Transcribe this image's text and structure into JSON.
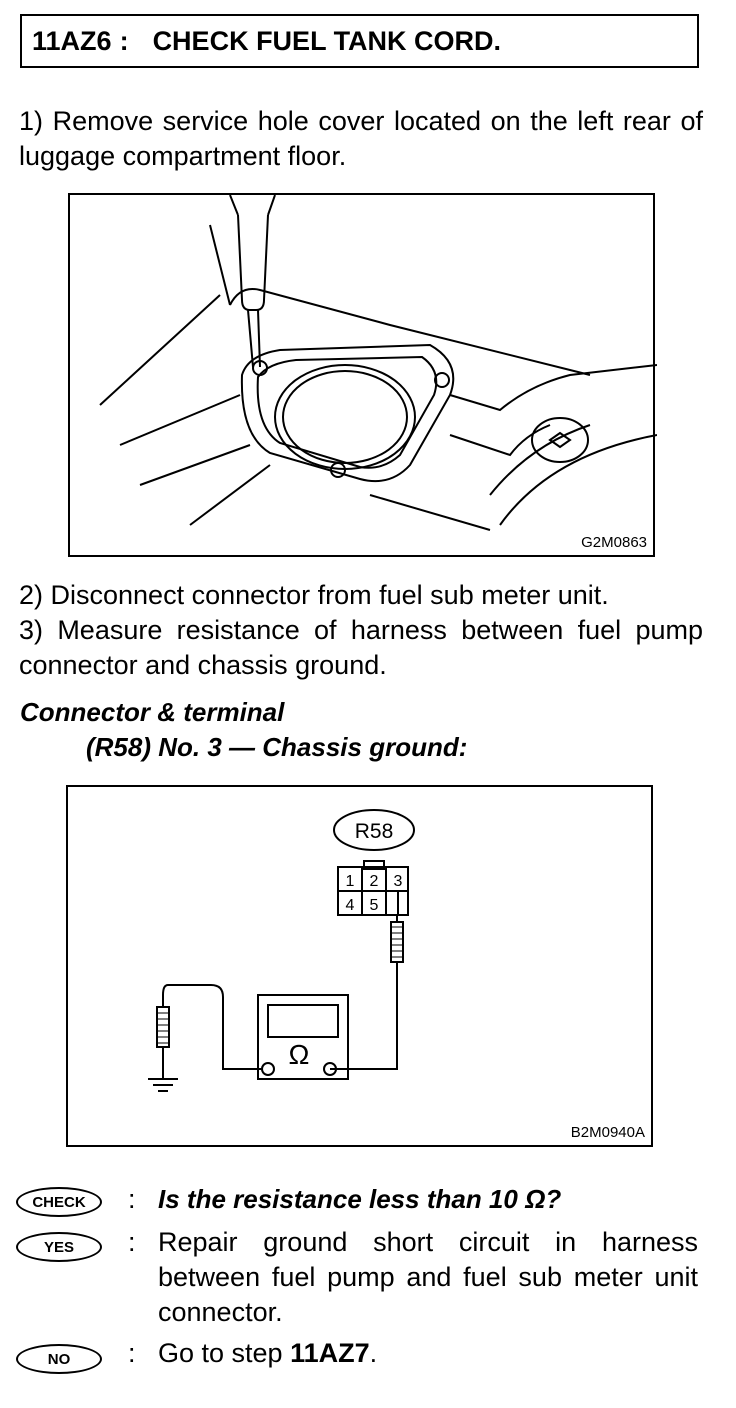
{
  "header": {
    "step": "11AZ6",
    "sep": ":",
    "title": "CHECK FUEL TANK CORD."
  },
  "steps": {
    "s1": "1)  Remove service hole cover located on the left rear of luggage compartment floor.",
    "s2": "2)  Disconnect connector from fuel sub meter unit.",
    "s3": "3)  Measure resistance of harness between fuel pump connector and chassis ground."
  },
  "figure1": {
    "code": "G2M0863"
  },
  "connector_heading": "Connector & terminal",
  "connector_detail": "(R58) No. 3 — Chassis ground:",
  "figure2": {
    "code": "B2M0940A",
    "connector_label": "R58",
    "pins": [
      "1",
      "2",
      "3",
      "4",
      "5"
    ],
    "meter_symbol": "Ω"
  },
  "check": {
    "badge": "CHECK",
    "colon": ":",
    "question": "Is the resistance less than 10 Ω?"
  },
  "yes": {
    "badge": "YES",
    "colon": ":",
    "text": "Repair ground short circuit in harness between fuel pump and fuel sub meter unit connector."
  },
  "no": {
    "badge": "NO",
    "colon": ":",
    "text_prefix": "Go to step ",
    "text_step": "11AZ7",
    "text_suffix": "."
  }
}
